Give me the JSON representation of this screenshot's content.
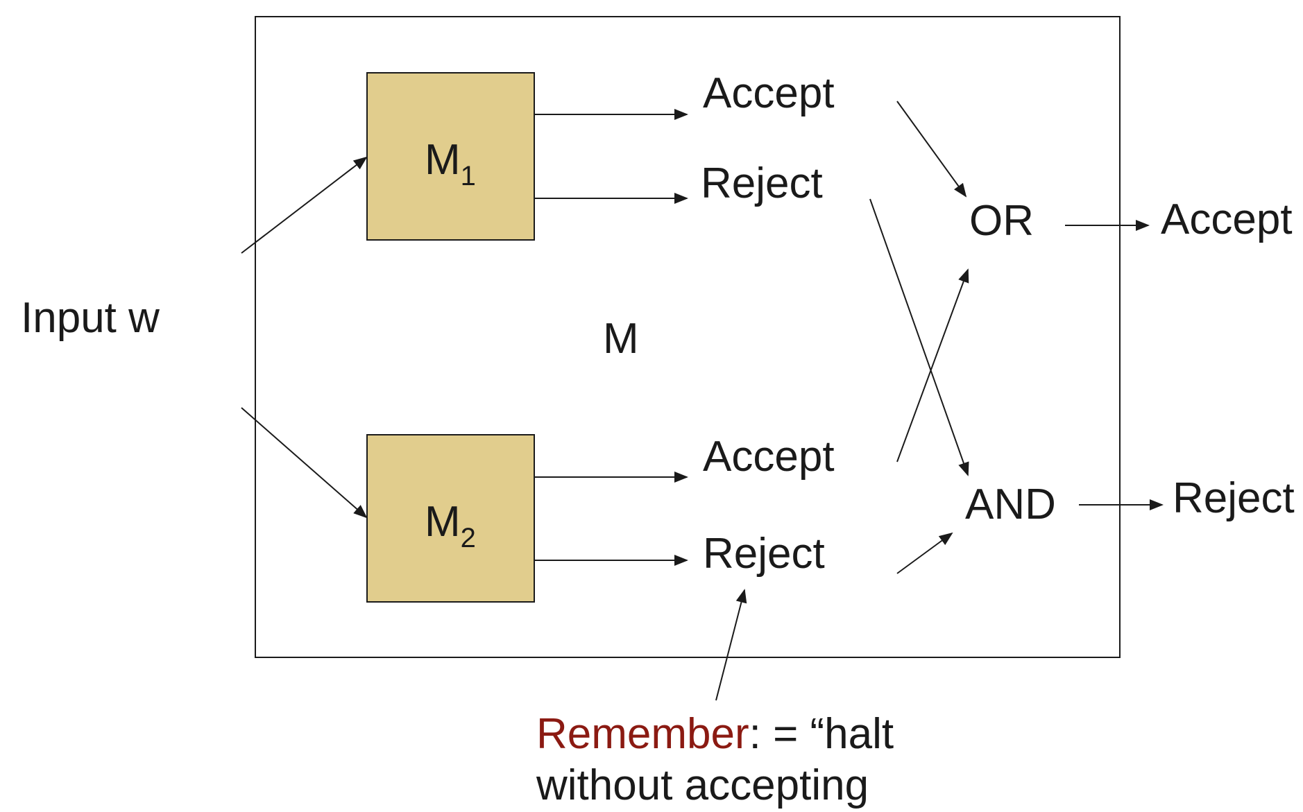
{
  "diagram": {
    "input_label": "Input w",
    "machine_label": "M",
    "m1": {
      "name": "M",
      "subscript": "1"
    },
    "m2": {
      "name": "M",
      "subscript": "2"
    },
    "m1_accept": "Accept",
    "m1_reject": "Reject",
    "m2_accept": "Accept",
    "m2_reject": "Reject",
    "or_gate": "OR",
    "and_gate": "AND",
    "final_accept": "Accept",
    "final_reject": "Reject"
  },
  "note": {
    "highlight": "Remember",
    "rest_line1": ": =  “halt",
    "line2": "without accepting"
  },
  "colors": {
    "box_fill": "#e1cd8d",
    "highlight": "#8b1a12",
    "stroke": "#1a1a1a"
  }
}
